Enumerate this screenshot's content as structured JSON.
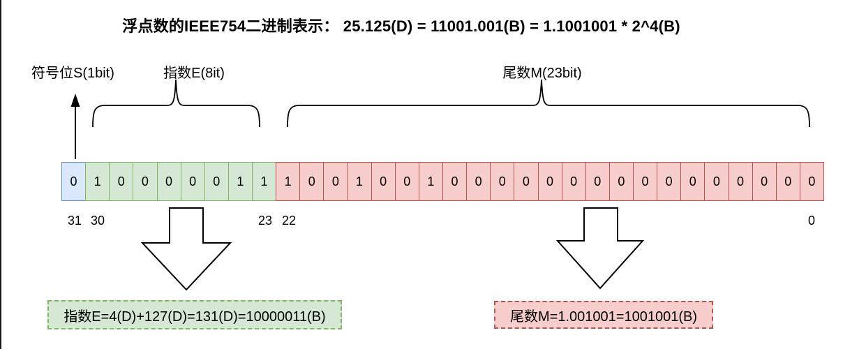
{
  "title": "浮点数的IEEE754二进制表示： 25.125(D) = 11001.001(B) = 1.1001001 * 2^4(B)",
  "field_labels": {
    "sign": "符号位S(1bit)",
    "exponent": "指数E(8it)",
    "mantissa": "尾数M(23bit)"
  },
  "bits": {
    "sign": [
      "0"
    ],
    "exponent": [
      "1",
      "0",
      "0",
      "0",
      "0",
      "0",
      "1",
      "1"
    ],
    "mantissa": [
      "1",
      "0",
      "0",
      "1",
      "0",
      "0",
      "1",
      "0",
      "0",
      "0",
      "0",
      "0",
      "0",
      "0",
      "0",
      "0",
      "0",
      "0",
      "0",
      "0",
      "0",
      "0",
      "0"
    ]
  },
  "bit_indices": [
    "31",
    "30",
    "23",
    "22",
    "0"
  ],
  "callouts": {
    "exponent": "指数E=4(D)+127(D)=131(D)=10000011(B)",
    "mantissa": "尾数M=1.001001=1001001(B)"
  },
  "colors": {
    "sign_fill": "#dae8fc",
    "sign_border": "#6c8ebf",
    "exponent_fill": "#d5e8d4",
    "exponent_border": "#82b366",
    "mantissa_fill": "#f8cecc",
    "mantissa_border": "#b85450"
  }
}
